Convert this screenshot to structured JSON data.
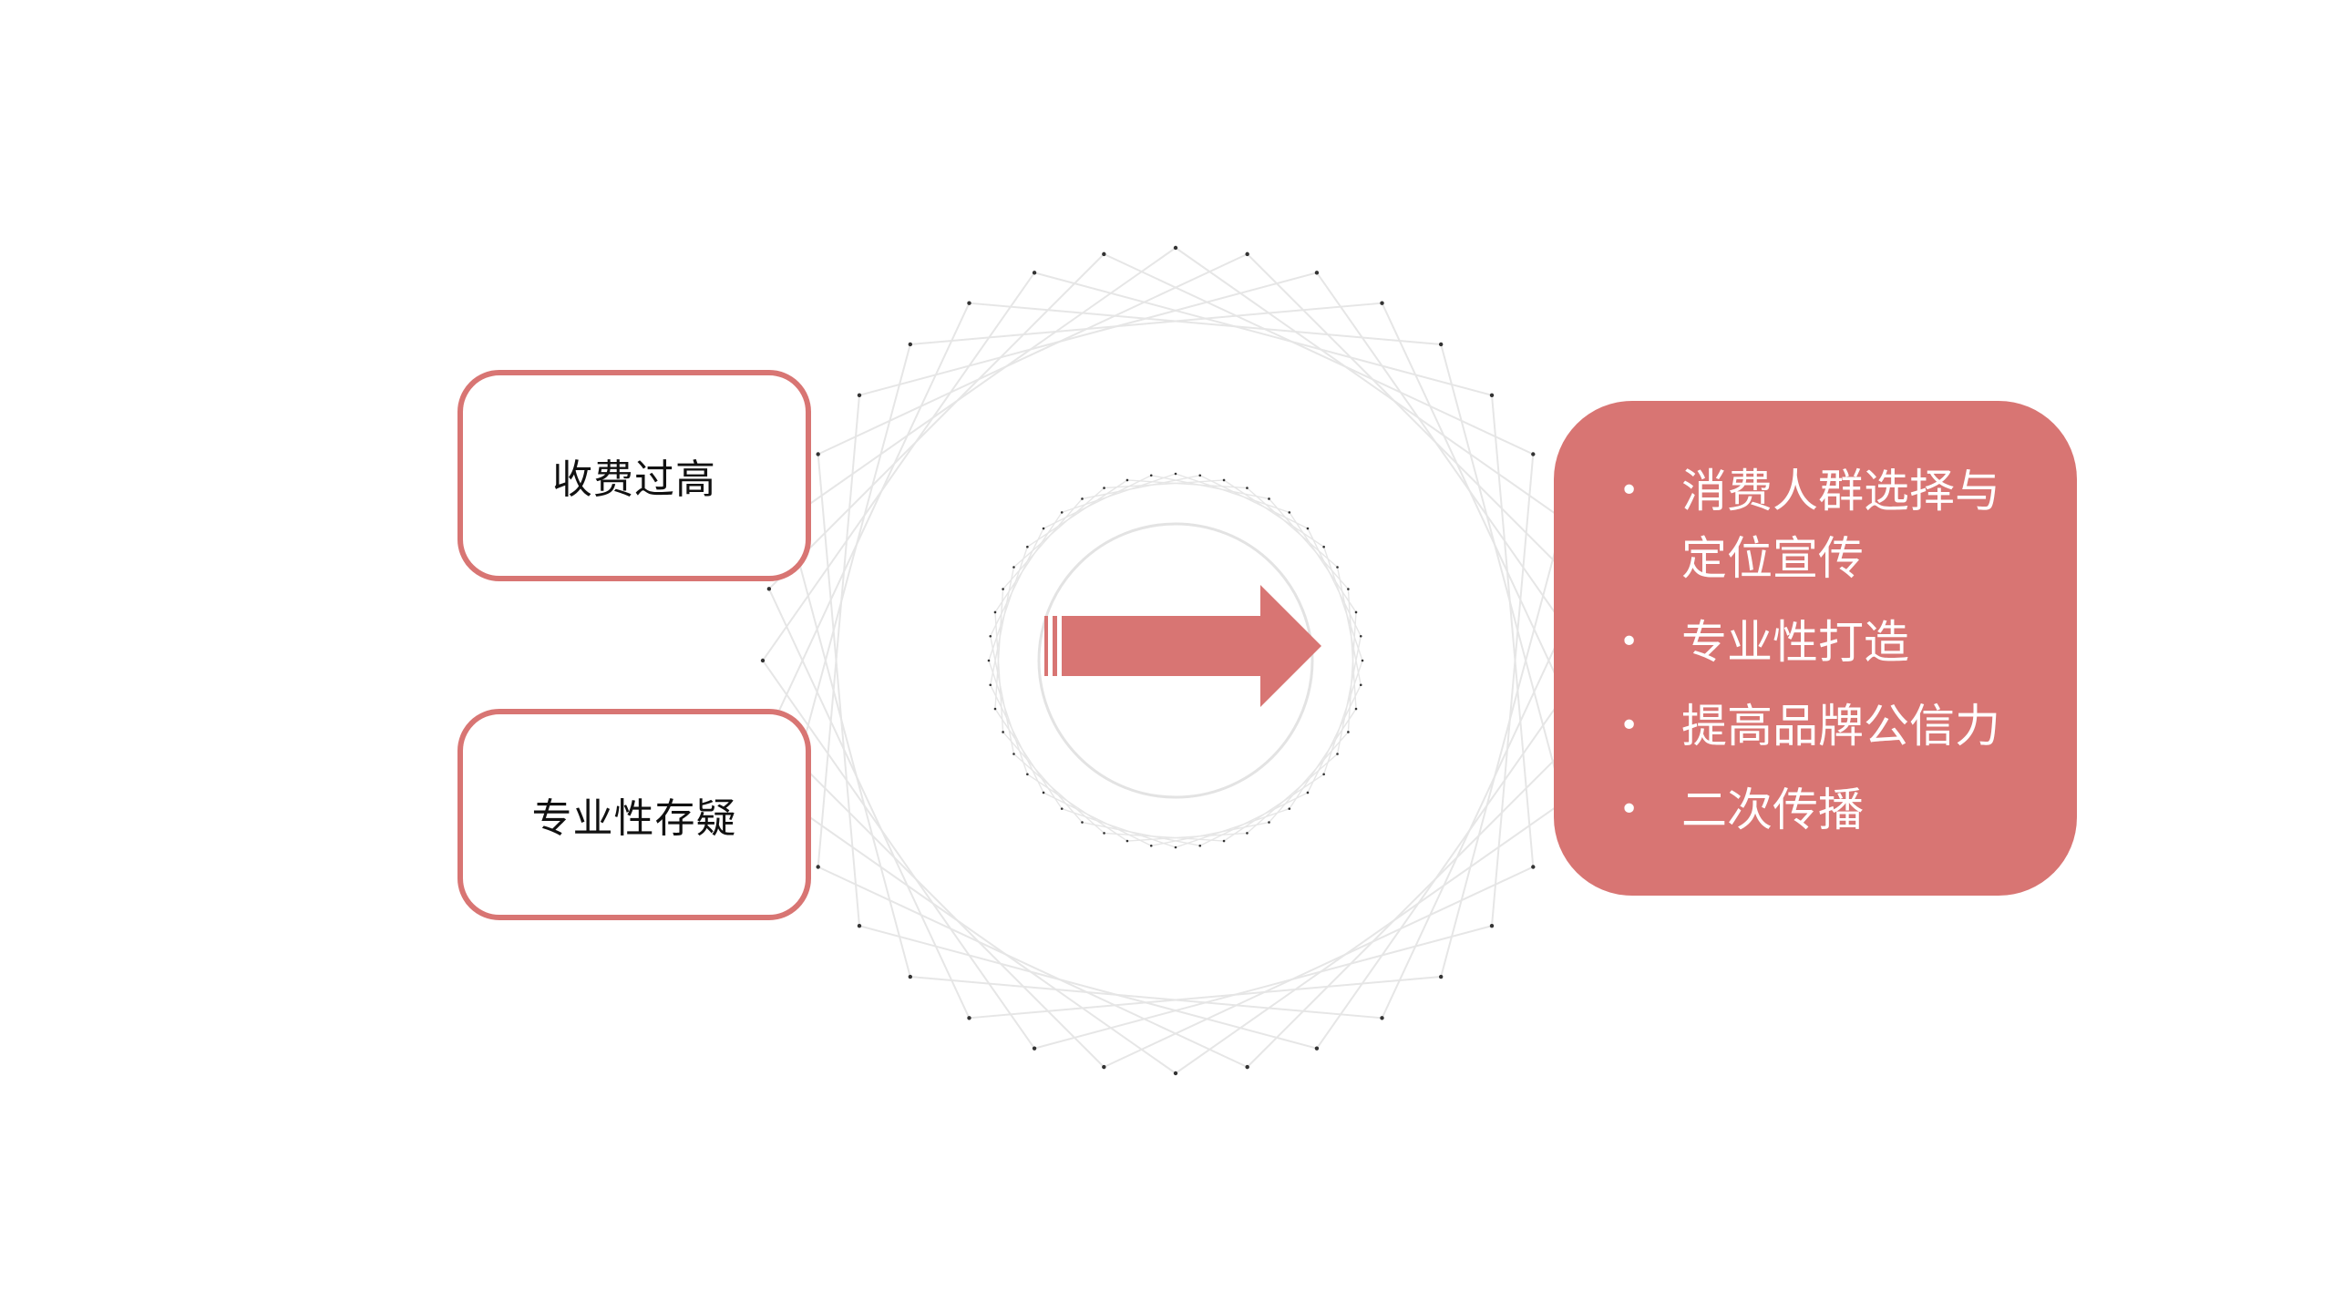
{
  "problems": [
    {
      "label": "收费过高"
    },
    {
      "label": "专业性存疑"
    }
  ],
  "solutions": [
    {
      "label": "消费人群选择与定位宣传"
    },
    {
      "label": "专业性打造"
    },
    {
      "label": "提高品牌公信力"
    },
    {
      "label": "二次传播"
    }
  ],
  "colors": {
    "accent": "#d87573",
    "web_line": "#e6e6e6",
    "dot": "#333333",
    "text_dark": "#111111",
    "text_light": "#ffffff"
  },
  "icons": {
    "arrow": "right-arrow-icon",
    "bullet": "bullet-dot-icon"
  }
}
